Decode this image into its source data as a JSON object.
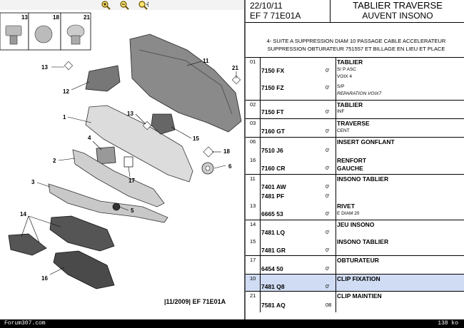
{
  "zoom_tools": [
    {
      "name": "zoom-in-icon"
    },
    {
      "name": "zoom-out-icon"
    },
    {
      "name": "zoom-pan-icon"
    }
  ],
  "thumbnails": {
    "a": "13",
    "b": "18",
    "c": "21"
  },
  "callouts": {
    "c11": "11",
    "c21": "21",
    "c13a": "13",
    "c12": "12",
    "c1": "1",
    "c13b": "13",
    "c15": "15",
    "c18": "18",
    "c4": "4",
    "c2": "2",
    "c17": "17",
    "c6": "6",
    "c3": "3",
    "c5": "5",
    "c14": "14",
    "c16": "16"
  },
  "ref_caption": "|11/2009|  EF 71E01A",
  "header": {
    "date": "22/10/11",
    "ref": "EF 7 71E01A",
    "title_line1": "TABLIER TRAVERSE",
    "title_line2": "AUVENT INSONO"
  },
  "note": {
    "line1": "4- SUITE A SUPPRESSION DIAM 10 PASSAGE CABLE ACCELERATEUR",
    "line2": "SUPPRESSION OBTURATEUR 751557 ET BILLAGE EN LIEU ET PLACE"
  },
  "rows": {
    "r1_num": "01",
    "r1_code": "7150 FX",
    "r1_qty": "0'",
    "r1_desc": "TABLIER",
    "r1_sub1": "S/ P ASC",
    "r1_sub2": "VOIX 4",
    "r1b_code": "7150 FZ",
    "r1b_qty": "0'",
    "r1b_sub1": "S/P",
    "r1b_sub2": "REPARATION VOIX7",
    "r2_num": "02",
    "r2_code": "7150 FT",
    "r2_qty": "0'",
    "r2_desc": "TABLIER",
    "r2_sub": "INF",
    "r3_num": "03",
    "r3_code": "7160 GT",
    "r3_qty": "0'",
    "r3_desc": "TRAVERSE",
    "r3_sub": "CENT",
    "r4_num": "06",
    "r4_code": "7510 J6",
    "r4_qty": "0'",
    "r4_desc": "INSERT GONFLANT",
    "r5_num": "16",
    "r5_code": "7160 CR",
    "r5_qty": "0'",
    "r5_desc": "RENFORT",
    "r5_sub": "GAUCHE",
    "r6_num": "11",
    "r6_code": "7401 AW",
    "r6_qty": "0'",
    "r6_desc": "INSONO TABLIER",
    "r6b_code": "7481 PF",
    "r6b_qty": "0'",
    "r7_num": "13",
    "r7_code": "6665 53",
    "r7_qty": "0'",
    "r7_desc": "RIVET",
    "r7_sub": "E DIAM 20",
    "r8_num": "14",
    "r8_code": "7481 LQ",
    "r8_qty": "0'",
    "r8_desc": "JEU INSONO",
    "r9_num": "15",
    "r9_code": "7481 GR",
    "r9_qty": "0'",
    "r9_desc": "INSONO TABLIER",
    "r10_num": "17",
    "r10_code": "6454 50",
    "r10_qty": "0'",
    "r10_desc": "OBTURATEUR",
    "r11_num": "10",
    "r11_code": "7481 Q8",
    "r11_qty": "0'",
    "r11_desc": "CLIP FIXATION",
    "r12_num": "21",
    "r12_code": "7581 AQ",
    "r12_qty": "08",
    "r12_desc": "CLIP MAINTIEN"
  },
  "footer": {
    "left": "Forum307.com",
    "right": "138 ko"
  },
  "colors": {
    "highlight": "#d0dcf3",
    "footer_bg": "#000000",
    "divider": "#555555"
  }
}
